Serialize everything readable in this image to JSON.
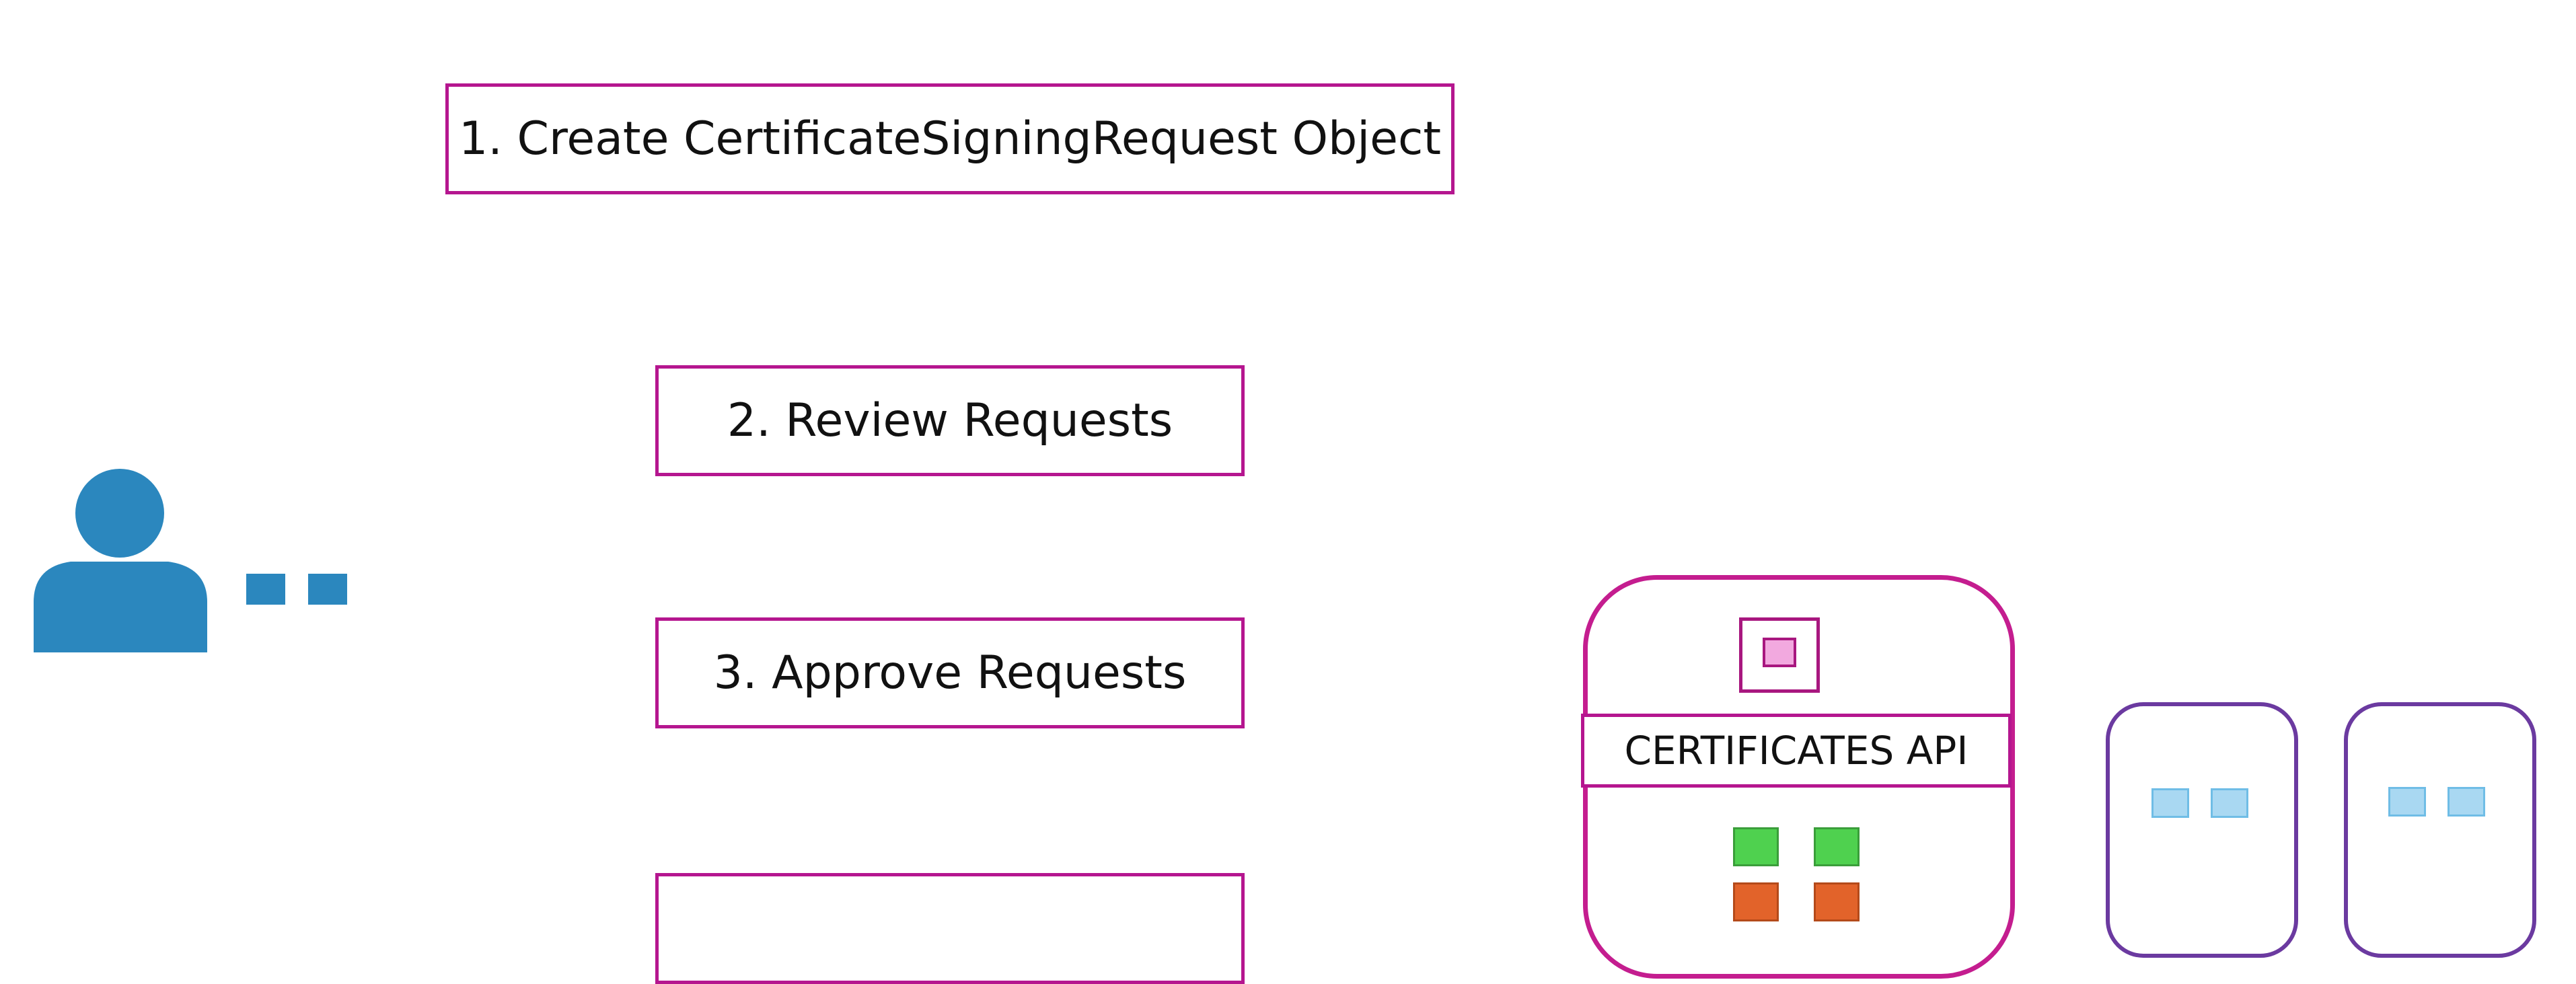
{
  "steps": [
    {
      "label": "1. Create CertificateSigningRequest Object"
    },
    {
      "label": "2. Review Requests"
    },
    {
      "label": "3. Approve Requests"
    },
    {
      "label": ""
    }
  ],
  "api": {
    "label": "CERTIFICATES API"
  },
  "colors": {
    "step_border": "#b5168f",
    "user": "#2b87be",
    "api_border": "#c41d8f",
    "node_border": "#6b3aa0",
    "green": "#4fd14f",
    "orange": "#e2632a",
    "node_led": "#a9d8f2"
  },
  "icons": {
    "user": "user-icon",
    "chip": "chip-icon"
  }
}
